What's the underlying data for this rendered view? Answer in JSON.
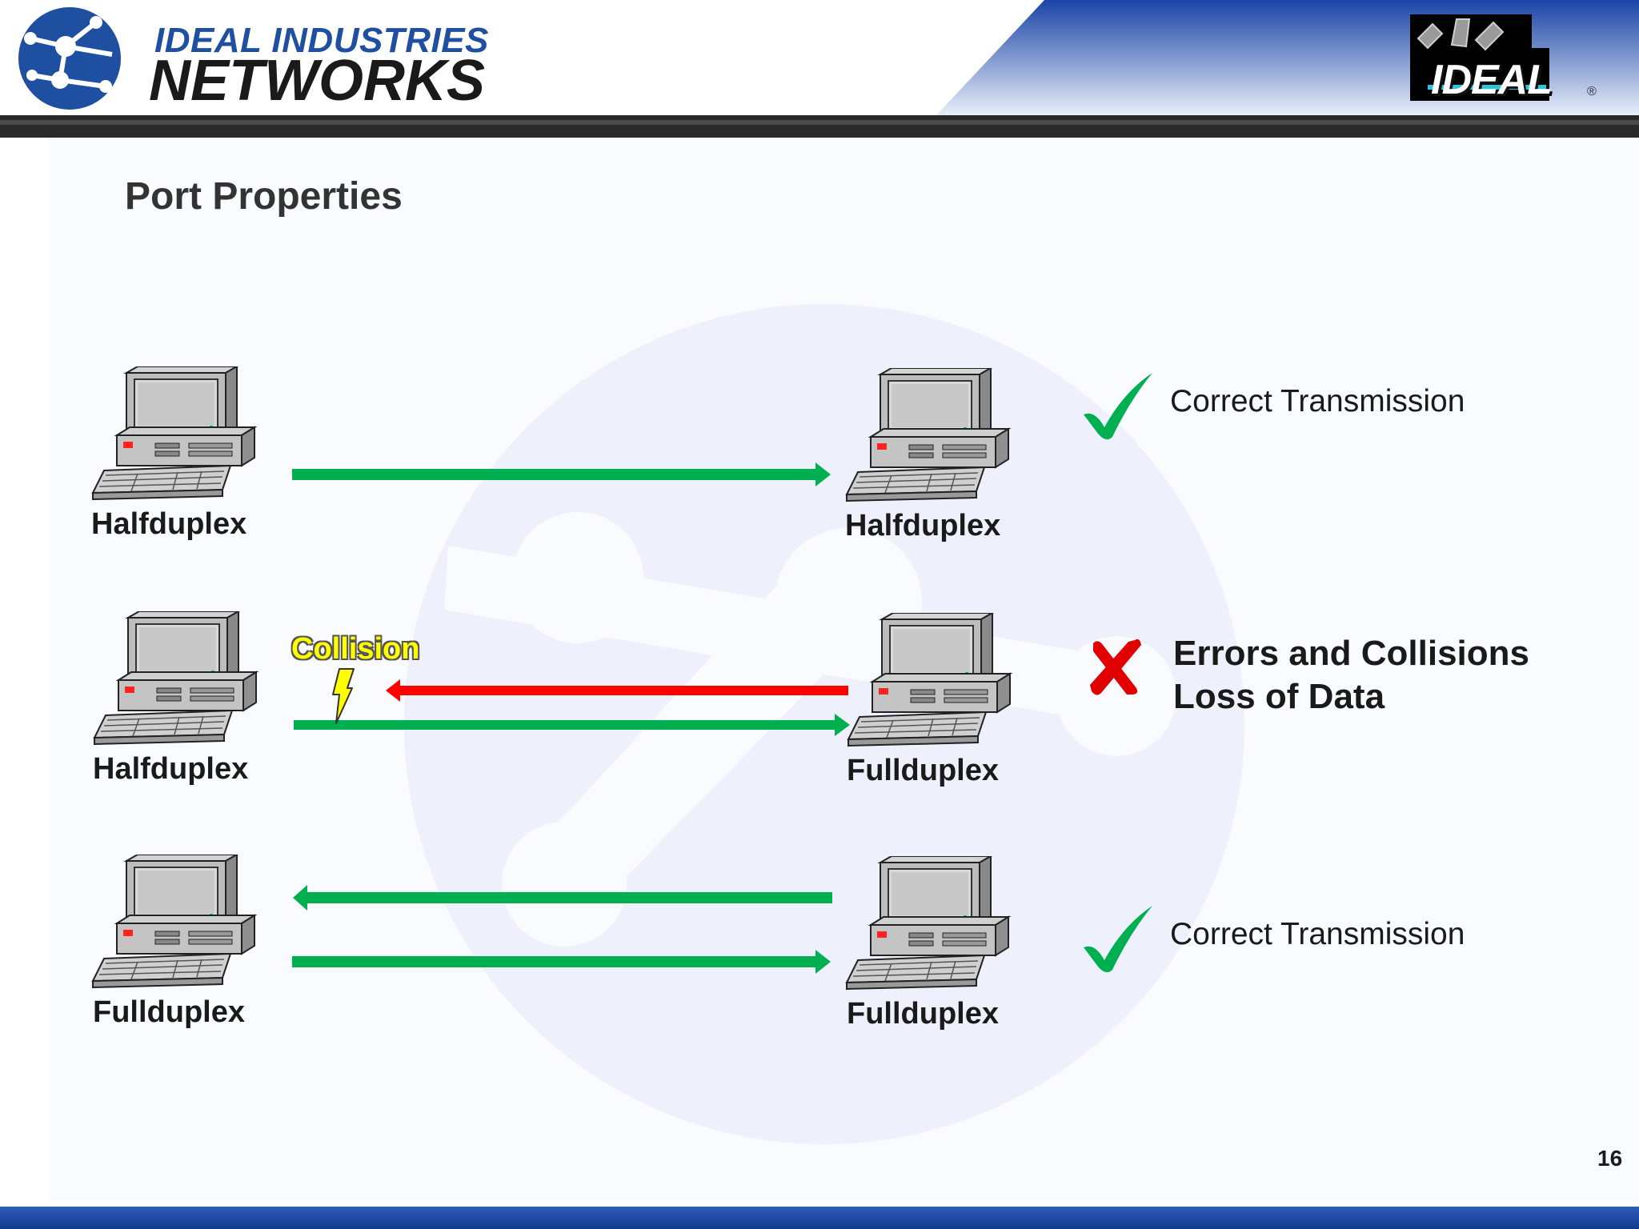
{
  "header": {
    "brand_line1": "IDEAL INDUSTRIES",
    "brand_line2": "NETWORKS",
    "ideal_logo": "IDEAL",
    "registered": "®"
  },
  "slide": {
    "title": "Port Properties",
    "page_number": "16"
  },
  "rows": [
    {
      "left_label": "Halfduplex",
      "right_label": "Halfduplex",
      "result": "Correct Transmission",
      "result_icon": "checkmark-icon"
    },
    {
      "left_label": "Halfduplex",
      "right_label": "Fullduplex",
      "collision_label": "Collision",
      "result_line1": "Errors and Collisions",
      "result_line2": "Loss of Data",
      "result_icon": "cross-icon"
    },
    {
      "left_label": "Fullduplex",
      "right_label": "Fullduplex",
      "result": "Correct Transmission",
      "result_icon": "checkmark-icon"
    }
  ],
  "colors": {
    "brand_blue": "#1f4fa0",
    "arrow_green": "#00b050",
    "arrow_red": "#ff0000",
    "check_green": "#00b050",
    "cross_red": "#e00000",
    "footer_blue": "#1a4aa0"
  }
}
